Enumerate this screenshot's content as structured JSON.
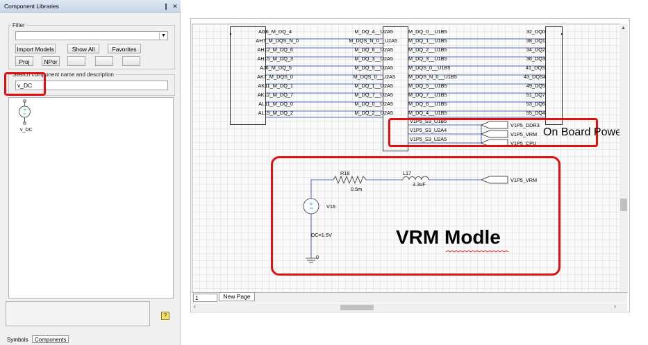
{
  "panel": {
    "title": "Component Libraries",
    "pin_glyph": "❙",
    "close_glyph": "✕",
    "filter_label": "Filter",
    "filter_value": "",
    "buttons": {
      "import_models": "Import Models",
      "show_all": "Show All",
      "favorites": "Favorites",
      "proj": "Proj",
      "npor": "NPor",
      "blank1": "",
      "blank2": "",
      "blank3": ""
    },
    "search_label": "Search component name and description",
    "search_value": "v_DC",
    "result_label": "v_DC",
    "tabs": {
      "symbols": "Symbols",
      "components": "Components"
    }
  },
  "schematic": {
    "left_pins": [
      "AG6_M_DQ_4",
      "AH7_M_DQS_N_0",
      "AH12_M_DQ_6",
      "AH15_M_DQ_3",
      "AJ6_M_DQ_5",
      "AK7_M_DQS_0",
      "AK11_M_DQ_1",
      "AK12_M_DQ_7",
      "AL11_M_DQ_0",
      "AL15_M_DQ_2"
    ],
    "mid_left_nets": [
      "M_DQ_4__U2A5",
      "M_DQS_N_0__U2A5",
      "M_DQ_6__U2A5",
      "M_DQ_3__U2A5",
      "M_DQ_5__U2A5",
      "M_DQS_0__U2A5",
      "M_DQ_1__U2A5",
      "M_DQ_7__U2A5",
      "M_DQ_0__U2A5",
      "M_DQ_2__U2A5"
    ],
    "mid_right_nets": [
      "M_DQ_0__U1B5",
      "M_DQ_1__U1B5",
      "M_DQ_2__U1B5",
      "M_DQ_3__U1B5",
      "M_DQS_0__U1B5",
      "M_DQS_N_0__U1B5",
      "M_DQ_5__U1B5",
      "M_DQ_7__U1B5",
      "M_DQ_6__U1B5",
      "M_DQ_4__U1B5"
    ],
    "right_pins": [
      "32_DQ0",
      "38_DQ1",
      "34_DQ2",
      "36_DQ3",
      "41_DQS",
      "43_DQS#",
      "49_DQ5",
      "51_DQ7",
      "53_DQ6",
      "55_DQ4"
    ],
    "power_nets": [
      "V1P5_S3_U1B5",
      "V1P5_S3_U2A4",
      "V1P5_S3_U2A5"
    ],
    "ports": [
      "V1P5_DDR3",
      "V1P5_VRM",
      "V1P5_CPU"
    ],
    "vrm": {
      "r_name": "R18",
      "r_value": "0.5m",
      "l_name": "L17",
      "l_value": "3.3uF",
      "port": "V1P5_VRM",
      "source_name": "V16",
      "source_value": "DC=1.5V",
      "ground": "0"
    },
    "annotation_power": "On Board Power",
    "annotation_vrm": "VRM Modle",
    "accent": "#e01010"
  },
  "page_tabs": {
    "page_num": "1",
    "new_page": "New Page"
  }
}
